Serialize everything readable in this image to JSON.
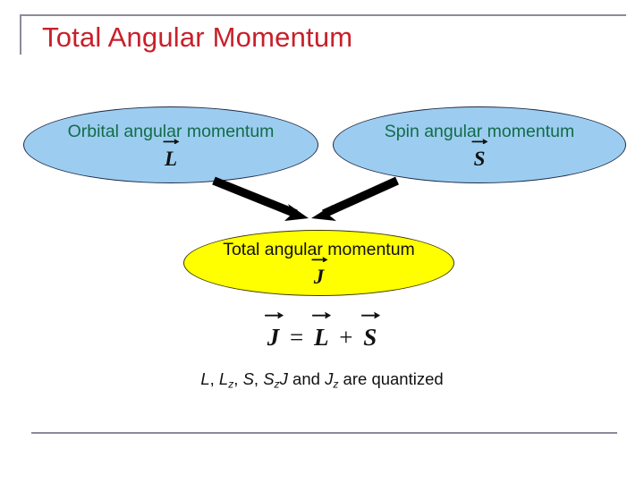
{
  "slide": {
    "title": "Total Angular Momentum",
    "title_color": "#c8202a",
    "rule_color": "#8b8b99",
    "background": "#ffffff"
  },
  "nodes": {
    "orbital": {
      "label": "Orbital angular momentum",
      "symbol": "L",
      "symbol_accent": "vector-arrow",
      "fill": "#9ccdf0",
      "border": "#1f2b48",
      "text_color": "#136b4a",
      "shape": "ellipse"
    },
    "spin": {
      "label": "Spin angular momentum",
      "symbol": "S",
      "symbol_accent": "vector-arrow",
      "fill": "#9ccdf0",
      "border": "#1f2b48",
      "text_color": "#136b4a",
      "shape": "ellipse"
    },
    "total": {
      "label": "Total angular momentum",
      "symbol": "J",
      "symbol_accent": "vector-arrow",
      "fill": "#ffff00",
      "border": "#3a3a00",
      "text_color": "#111111",
      "shape": "ellipse"
    }
  },
  "connectors": [
    {
      "name": "orbital-to-total-arrow",
      "from": "orbital",
      "to": "total",
      "color": "#000000",
      "style": "solid-filled-head"
    },
    {
      "name": "spin-to-total-arrow",
      "from": "spin",
      "to": "total",
      "color": "#000000",
      "style": "solid-filled-head"
    }
  ],
  "equation": {
    "lhs": "J",
    "equals": "=",
    "term1": "L",
    "plus": "+",
    "term2": "S",
    "plain": "J = L + S"
  },
  "caption": {
    "v1": "L",
    "sep1": ", ",
    "v2": "L",
    "v2sub": "z",
    "sep2": ", ",
    "v3": "S",
    "sep3": ", ",
    "v4": "S",
    "v4sub": "z",
    "v5": "J",
    "conj": " and ",
    "v6": "J",
    "v6sub": "z",
    "tail": " are quantized",
    "plain": "L, Lz, S, SzJ and Jz are quantized"
  }
}
